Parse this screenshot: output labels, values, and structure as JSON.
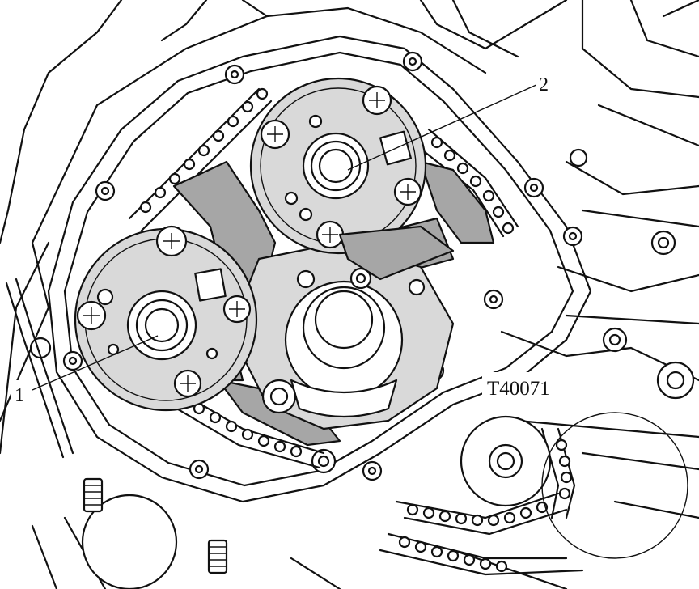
{
  "callouts": [
    {
      "id": "1",
      "text": "1"
    },
    {
      "id": "2",
      "text": "2"
    }
  ],
  "figure_code": "T40071",
  "colors": {
    "line": "#111111",
    "light_fill": "#d9d9d9",
    "dark_fill": "#a6a6a6",
    "background": "#ffffff"
  }
}
